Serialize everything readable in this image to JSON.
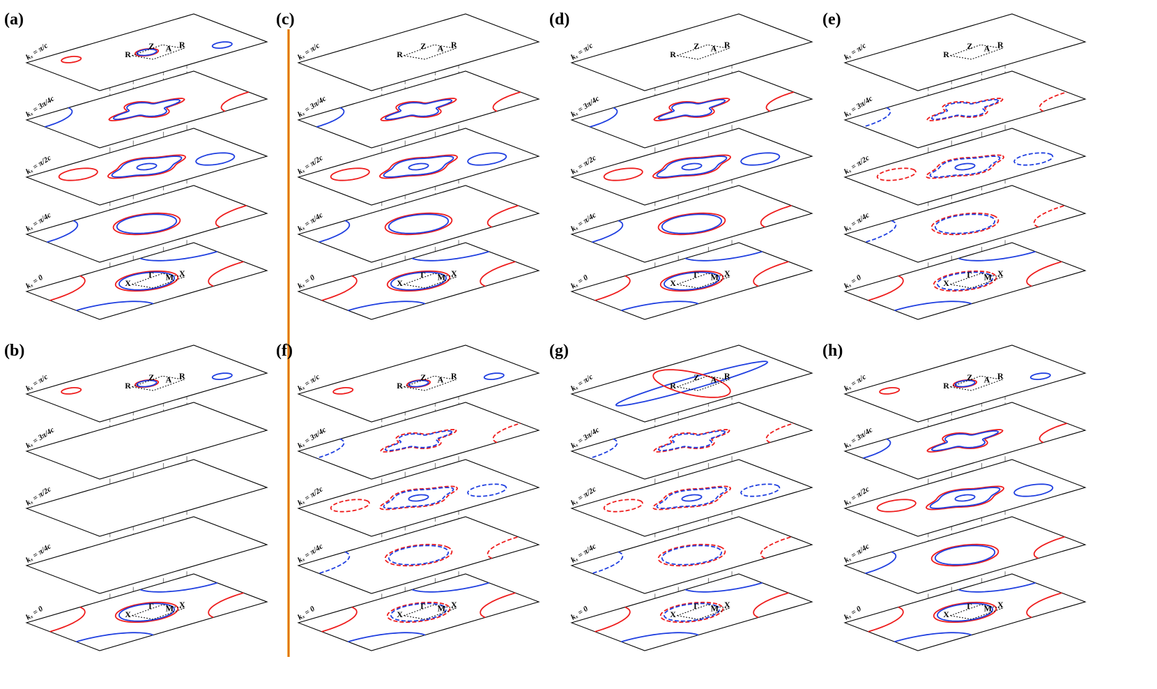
{
  "figure": {
    "panels": [
      {
        "label": "(a)",
        "layers": [
          {
            "k": "kₓ = π/c",
            "empty": false
          },
          {
            "k": "kₓ = 3π/4c",
            "empty": false
          },
          {
            "k": "kₓ = π/2c",
            "empty": false
          },
          {
            "k": "kₓ = π/4c",
            "empty": false
          },
          {
            "k": "kₓ = 0",
            "empty": false
          }
        ]
      },
      {
        "label": "(c)",
        "layers": [
          {
            "k": "kₓ = π/c",
            "empty": true
          },
          {
            "k": "kₓ = 3π/4c",
            "empty": false
          },
          {
            "k": "kₓ = π/2c",
            "empty": false
          },
          {
            "k": "kₓ = π/4c",
            "empty": false
          },
          {
            "k": "kₓ = 0",
            "empty": false
          }
        ]
      },
      {
        "label": "(d)",
        "layers": [
          {
            "k": "kₓ = π/c",
            "empty": true
          },
          {
            "k": "kₓ = 3π/4c",
            "empty": false
          },
          {
            "k": "kₓ = π/2c",
            "empty": false
          },
          {
            "k": "kₓ = π/4c",
            "empty": false
          },
          {
            "k": "kₓ = 0",
            "empty": false
          }
        ]
      },
      {
        "label": "(e)",
        "layers": [
          {
            "k": "kₓ = π/c",
            "empty": true
          },
          {
            "k": "kₓ = 3π/4c",
            "empty": false
          },
          {
            "k": "kₓ = π/2c",
            "empty": false
          },
          {
            "k": "kₓ = π/4c",
            "empty": false
          },
          {
            "k": "kₓ = 0",
            "empty": false
          }
        ]
      },
      {
        "label": "(b)",
        "layers": [
          {
            "k": "kₓ = π/c",
            "empty": false
          },
          {
            "k": "kₓ = 3π/4c",
            "empty": true
          },
          {
            "k": "kₓ = π/2c",
            "empty": true
          },
          {
            "k": "kₓ = π/4c",
            "empty": true
          },
          {
            "k": "kₓ = 0",
            "empty": false
          }
        ]
      },
      {
        "label": "(f)",
        "layers": [
          {
            "k": "kₓ = π/c",
            "empty": false
          },
          {
            "k": "kₓ = 3π/4c",
            "empty": false
          },
          {
            "k": "kₓ = π/2c",
            "empty": false
          },
          {
            "k": "kₓ = π/4c",
            "empty": false
          },
          {
            "k": "kₓ = 0",
            "empty": false
          }
        ]
      },
      {
        "label": "(g)",
        "layers": [
          {
            "k": "kₓ = π/c",
            "empty": false
          },
          {
            "k": "kₓ = 3π/4c",
            "empty": false
          },
          {
            "k": "kₓ = π/2c",
            "empty": false
          },
          {
            "k": "kₓ = π/4c",
            "empty": false
          },
          {
            "k": "kₓ = 0",
            "empty": false
          }
        ]
      },
      {
        "label": "(h)",
        "layers": [
          {
            "k": "kₓ = π/c",
            "empty": false
          },
          {
            "k": "kₓ = 3π/4c",
            "empty": false
          },
          {
            "k": "kₓ = π/2c",
            "empty": false
          },
          {
            "k": "kₓ = π/4c",
            "empty": false
          },
          {
            "k": "kₓ = 0",
            "empty": false
          }
        ]
      }
    ],
    "top_points": {
      "left": "R",
      "center": "Z",
      "right": "R",
      "bottom": "A"
    },
    "bottom_points": {
      "left": "X",
      "center": "Γ",
      "right": "X",
      "bottom": "M"
    },
    "colors": {
      "spin_up": "#ee1c1c",
      "spin_down": "#1f3fe0",
      "divider": "#f4a300",
      "plane_edge": "#000000"
    }
  }
}
